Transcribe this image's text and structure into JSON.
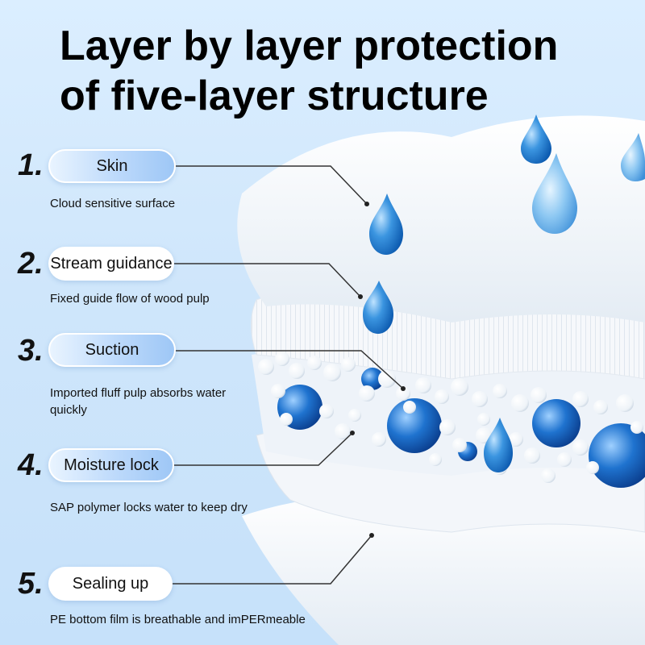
{
  "title": {
    "line1": "Layer by layer protection",
    "line2": "of five-layer structure"
  },
  "layers": [
    {
      "number": "1.",
      "name": "Skin",
      "description": "Cloud sensitive surface"
    },
    {
      "number": "2.",
      "name": "Stream guidance",
      "description": "Fixed guide flow of wood pulp"
    },
    {
      "number": "3.",
      "name": "Suction",
      "description": "Imported fluff pulp absorbs water quickly"
    },
    {
      "number": "4.",
      "name": "Moisture lock",
      "description": "SAP polymer locks water to keep dry"
    },
    {
      "number": "5.",
      "name": "Sealing up",
      "description": "PE bottom film is breathable and imPERmeable"
    }
  ],
  "colors": {
    "background": "#d3e8fc",
    "droplet": "#2f86d6",
    "pill_accent": "#a6ccf7",
    "text": "#111111"
  },
  "icons": [
    "water-drop-icon",
    "fluff-ball-icon",
    "sap-bead-icon"
  ]
}
